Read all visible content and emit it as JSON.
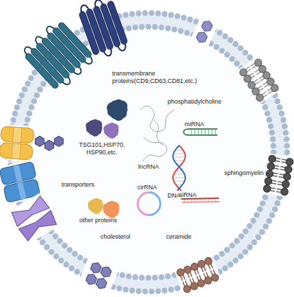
{
  "diagram": {
    "labels": [
      "transmembrane proteins(CD9,CD63,CD81,etc.)",
      "phosphatidylcholine",
      "miRNA",
      "TSG101,HSP70, HSP90,etc.",
      "lncRNA",
      "DNA",
      "sphingomyelin",
      "transporters",
      "siRNA",
      "other proteins",
      "cirRNA",
      "cholesterol",
      "ceramide"
    ]
  }
}
